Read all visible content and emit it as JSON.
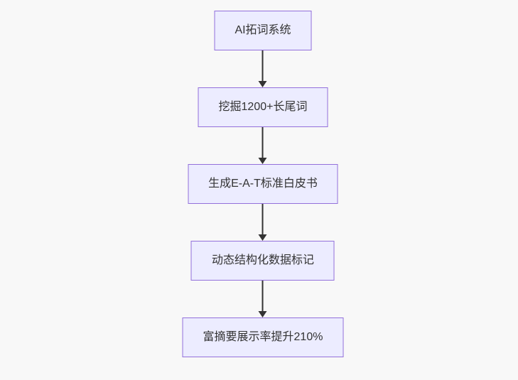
{
  "background_color": "#f8f8f8",
  "theme": {
    "node_fill": "#ececff",
    "node_border": "#9370db",
    "node_text_color": "#333333",
    "arrow_color": "#333333"
  },
  "diagram": {
    "type": "flowchart-top-down",
    "nodes": [
      {
        "id": "A",
        "label": "AI拓词系统"
      },
      {
        "id": "B",
        "label": "挖掘1200+长尾词"
      },
      {
        "id": "C",
        "label": "生成E-A-T标准白皮书"
      },
      {
        "id": "D",
        "label": "动态结构化数据标记"
      },
      {
        "id": "E",
        "label": "富摘要展示率提升210%"
      }
    ],
    "edges": [
      {
        "from": "A",
        "to": "B"
      },
      {
        "from": "B",
        "to": "C"
      },
      {
        "from": "C",
        "to": "D"
      },
      {
        "from": "D",
        "to": "E"
      }
    ]
  }
}
